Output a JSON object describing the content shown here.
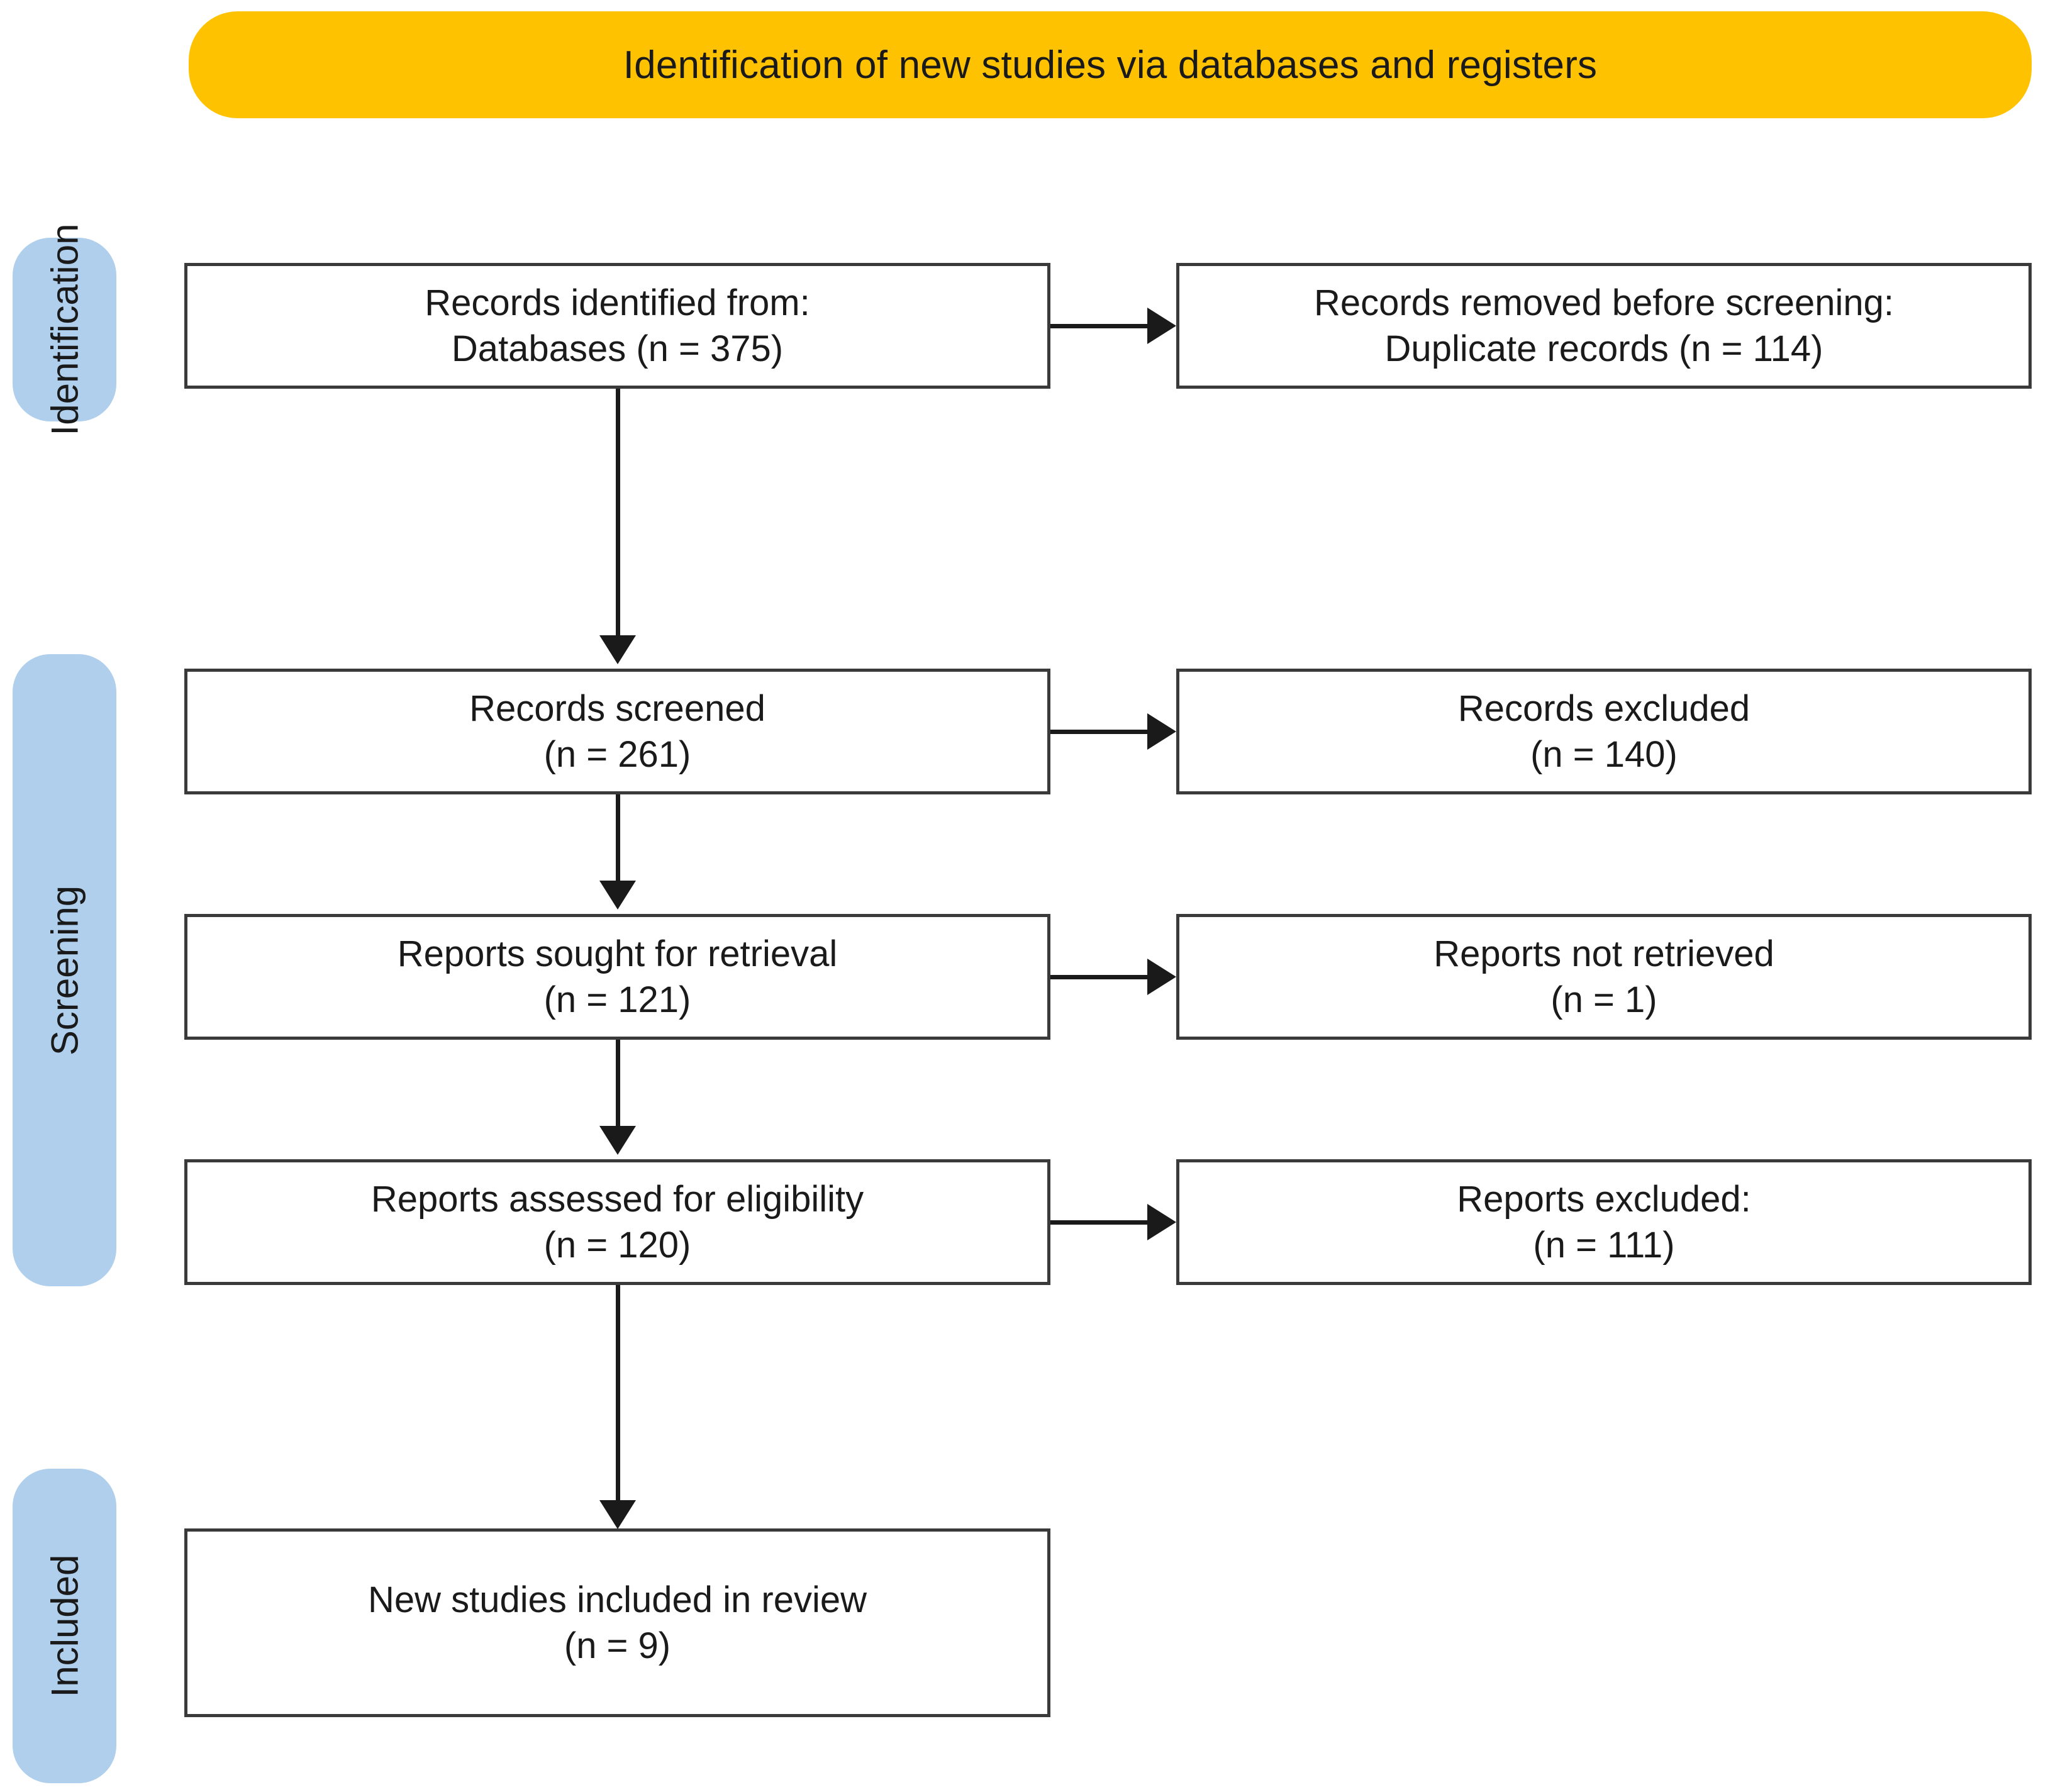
{
  "banner": {
    "title": "Identification of new studies via databases and registers",
    "color": "#FFC200"
  },
  "stages": [
    {
      "label": "Identification",
      "color": "#AFCFEC"
    },
    {
      "label": "Screening",
      "color": "#AFCFEC"
    },
    {
      "label": "Included",
      "color": "#AFCFEC"
    }
  ],
  "chart_data": {
    "type": "diagram",
    "title": "Identification of new studies via databases and registers",
    "nodes": [
      {
        "id": "identified",
        "column": "left",
        "stage": "Identification",
        "line1": "Records identified from:",
        "line2": "Databases (n = 375)",
        "n": 375
      },
      {
        "id": "removed",
        "column": "right",
        "stage": "Identification",
        "line1": "Records removed before screening:",
        "line2": "Duplicate records (n = 114)",
        "n": 114
      },
      {
        "id": "screened",
        "column": "left",
        "stage": "Screening",
        "line1": "Records screened",
        "line2": "(n = 261)",
        "n": 261
      },
      {
        "id": "rec_excluded",
        "column": "right",
        "stage": "Screening",
        "line1": "Records excluded",
        "line2": "(n = 140)",
        "n": 140
      },
      {
        "id": "sought",
        "column": "left",
        "stage": "Screening",
        "line1": "Reports sought for retrieval",
        "line2": "(n = 121)",
        "n": 121
      },
      {
        "id": "not_retrieved",
        "column": "right",
        "stage": "Screening",
        "line1": "Reports not retrieved",
        "line2": "(n = 1)",
        "n": 1
      },
      {
        "id": "assessed",
        "column": "left",
        "stage": "Screening",
        "line1": "Reports assessed for eligibility",
        "line2": "(n = 120)",
        "n": 120
      },
      {
        "id": "rep_excluded",
        "column": "right",
        "stage": "Screening",
        "line1": "Reports excluded:",
        "line2": "(n = 111)",
        "n": 111
      },
      {
        "id": "included",
        "column": "left",
        "stage": "Included",
        "line1": "New studies included in review",
        "line2": "(n = 9)",
        "n": 9
      }
    ],
    "edges": [
      {
        "from": "identified",
        "to": "removed",
        "direction": "right"
      },
      {
        "from": "identified",
        "to": "screened",
        "direction": "down"
      },
      {
        "from": "screened",
        "to": "rec_excluded",
        "direction": "right"
      },
      {
        "from": "screened",
        "to": "sought",
        "direction": "down"
      },
      {
        "from": "sought",
        "to": "not_retrieved",
        "direction": "right"
      },
      {
        "from": "sought",
        "to": "assessed",
        "direction": "down"
      },
      {
        "from": "assessed",
        "to": "rep_excluded",
        "direction": "right"
      },
      {
        "from": "assessed",
        "to": "included",
        "direction": "down"
      }
    ]
  }
}
